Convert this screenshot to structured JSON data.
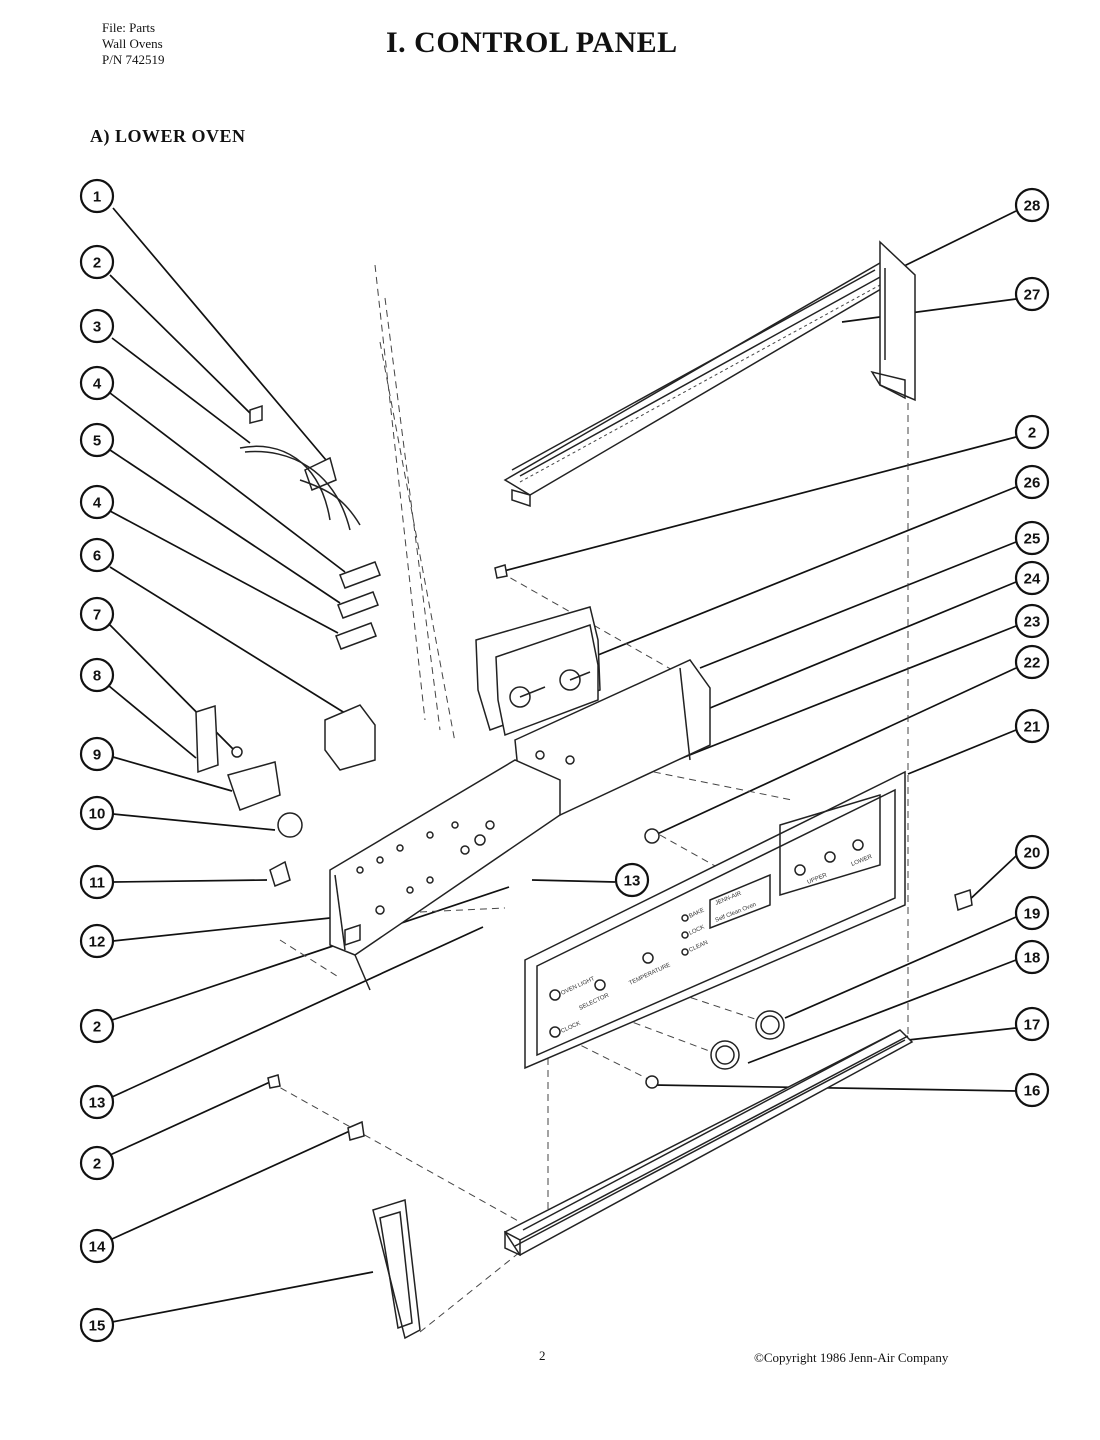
{
  "header": {
    "file_lines": [
      "File: Parts",
      "Wall Ovens",
      "P/N 742519"
    ],
    "title": "I. CONTROL PANEL",
    "section": "A) LOWER OVEN"
  },
  "callouts_left": [
    "1",
    "2",
    "3",
    "4",
    "5",
    "4",
    "6",
    "7",
    "8",
    "9",
    "10",
    "11",
    "12",
    "2",
    "13",
    "2",
    "14",
    "15"
  ],
  "callouts_right": [
    "28",
    "27",
    "2",
    "26",
    "25",
    "24",
    "23",
    "22",
    "21",
    "20",
    "19",
    "18",
    "17",
    "16"
  ],
  "callout_mid": "13",
  "panel_labels": {
    "oven_light": "OVEN LIGHT",
    "clock": "CLOCK",
    "selector": "SELECTOR",
    "temperature": "TEMPERATURE",
    "bake": "BAKE",
    "lock": "LOCK",
    "clean": "CLEAN",
    "brand": "JENN-AIR",
    "self_clean": "Self Clean Oven",
    "upper": "UPPER",
    "lower": "LOWER"
  },
  "footer": {
    "page_number": "2",
    "copyright": "©Copyright 1986 Jenn-Air Company"
  }
}
